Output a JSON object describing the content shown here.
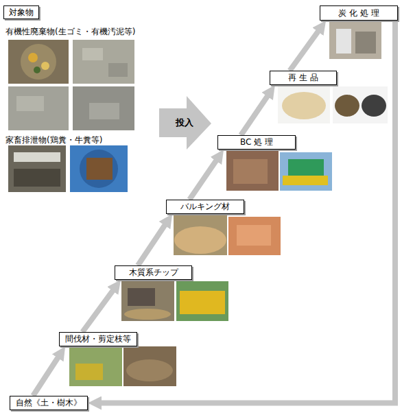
{
  "diagram": {
    "nodes": [
      {
        "text": [
          "対象物"
        ]
      },
      {
        "text": [
          "炭 化 処 理"
        ]
      },
      {
        "text": [
          "再 生 品"
        ]
      },
      {
        "text": [
          "BC 処 理"
        ]
      },
      {
        "text": [
          "バルキング材"
        ]
      },
      {
        "text": [
          "木質系チップ"
        ]
      },
      {
        "text": [
          "間伐材・剪定枝等"
        ]
      },
      {
        "text": [
          "自然《土・樹木》"
        ]
      }
    ],
    "edges": [
      {
        "from": 7,
        "to": 6,
        "arrow": "to"
      },
      {
        "from": 6,
        "to": 5,
        "arrow": "to"
      },
      {
        "from": 5,
        "to": 4,
        "arrow": "to"
      },
      {
        "from": 4,
        "to": 3,
        "arrow": "to"
      },
      {
        "from": 3,
        "to": 2,
        "arrow": "to"
      },
      {
        "from": 2,
        "to": 1,
        "arrow": "to"
      },
      {
        "from": 1,
        "to": 7,
        "arrow": "to"
      }
    ],
    "labels": [
      "有機性廃棄物(生ゴミ・有機汚泥等)",
      "家畜排泄物(鶏糞・牛糞等)",
      "投入"
    ]
  }
}
